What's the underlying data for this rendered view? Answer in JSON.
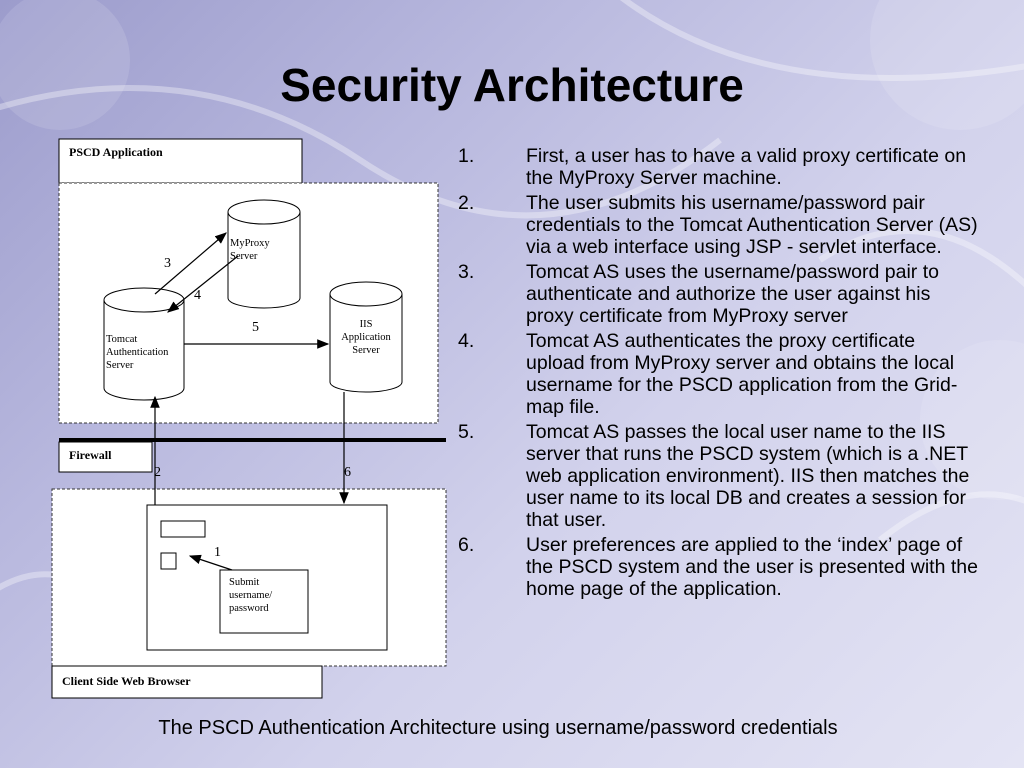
{
  "title": "Security Architecture",
  "diagram": {
    "pscd_label": "PSCD Application",
    "firewall_label": "Firewall",
    "browser_label": "Client Side Web Browser",
    "myproxy_line1": "MyProxy",
    "myproxy_line2": "Server",
    "tomcat_line1": "Tomcat",
    "tomcat_line2": "Authentication",
    "tomcat_line3": "Server",
    "iis_line1": "IIS",
    "iis_line2": "Application",
    "iis_line3": "Server",
    "submit_line1": "Submit",
    "submit_line2": "username/",
    "submit_line3": "password",
    "steps": [
      "1",
      "2",
      "3",
      "4",
      "5",
      "6"
    ]
  },
  "list": [
    {
      "num": "1.",
      "text": "First, a user has to have a valid proxy certificate on the MyProxy Server machine."
    },
    {
      "num": "2.",
      "text": "The user submits his username/password pair credentials to the Tomcat Authentication Server (AS) via a web interface using JSP - servlet interface."
    },
    {
      "num": "3.",
      "text": "Tomcat AS uses the username/password pair to authenticate and authorize the user against his proxy certificate from MyProxy server"
    },
    {
      "num": "4.",
      "text": "Tomcat AS authenticates the proxy certificate upload from MyProxy server and obtains the local username for the PSCD application from the Grid-map file."
    },
    {
      "num": "5.",
      "text": "Tomcat AS passes the local user name to the IIS server that runs the PSCD system (which is a .NET web application environment).  IIS then matches the user name to its local DB and creates a session for that user."
    },
    {
      "num": "6.",
      "text": "User preferences are applied to the ‘index’ page of the PSCD system and the user is presented with the home page of the application."
    }
  ],
  "caption": "The PSCD Authentication Architecture using username/password credentials"
}
